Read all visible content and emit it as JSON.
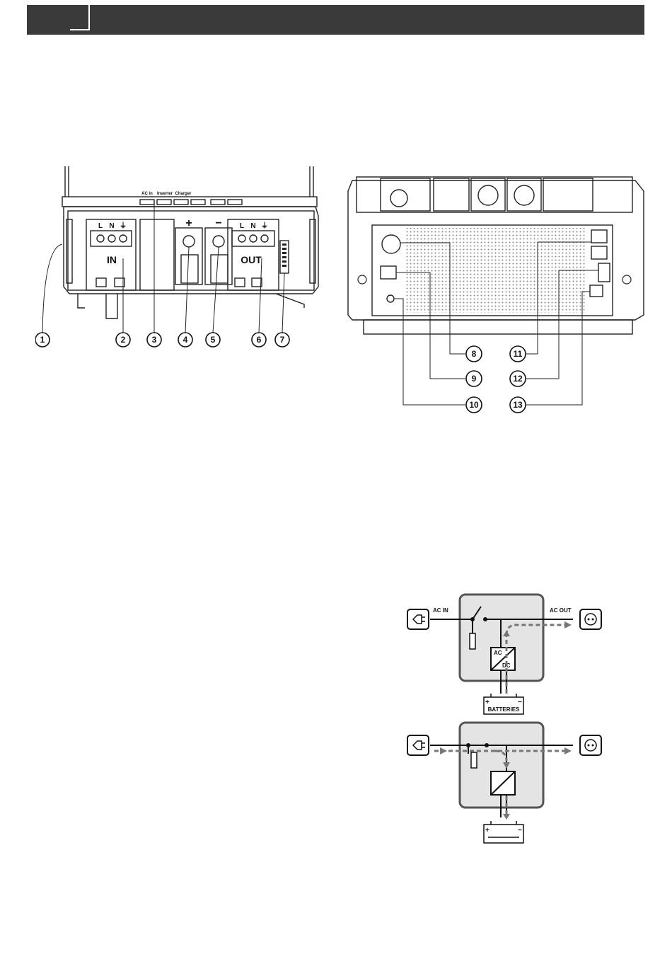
{
  "front_view": {
    "callouts": [
      "1",
      "2",
      "3",
      "4",
      "5",
      "6",
      "7"
    ],
    "led_labels": [
      "AC in",
      "Inverter",
      "Charger"
    ],
    "terminal_in": {
      "label": "IN",
      "pins": [
        "L",
        "N",
        "⏚"
      ]
    },
    "terminal_out": {
      "label": "OUT",
      "pins": [
        "L",
        "N",
        "⏚"
      ]
    },
    "battery_plus": "+",
    "battery_minus": "−"
  },
  "rear_view": {
    "callouts": [
      "8",
      "9",
      "10",
      "11",
      "12",
      "13"
    ]
  },
  "diagram_inverter": {
    "ac_in": "AC IN",
    "ac_out": "AC OUT",
    "converter_top": "AC",
    "converter_bottom": "DC",
    "battery": "BATTERIES",
    "plus": "+",
    "minus": "−",
    "plug_icon": "plug-icon",
    "socket_icon": "socket-icon"
  },
  "diagram_charger": {
    "plus": "+",
    "minus": "−",
    "plug_icon": "plug-icon",
    "socket_icon": "socket-icon"
  }
}
